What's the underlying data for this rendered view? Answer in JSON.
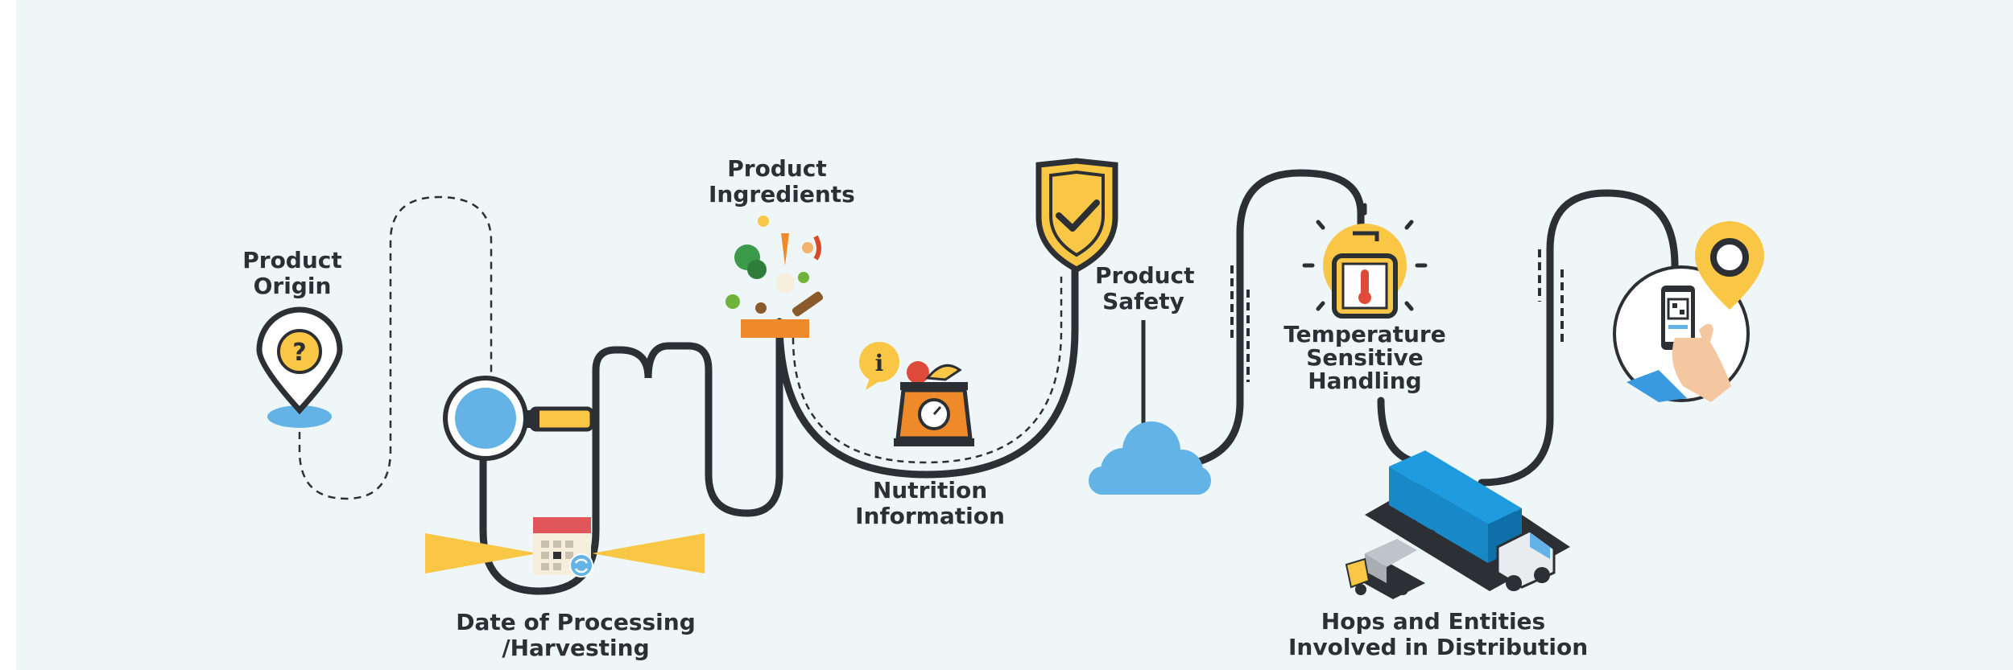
{
  "colors": {
    "background": "#eef6f8",
    "path": "#2c2f33",
    "accent_yellow": "#f9c646",
    "accent_blue": "#63b3e6",
    "accent_orange": "#ee8a2a"
  },
  "labels": {
    "product_origin": {
      "line1": "Product",
      "line2": "Origin"
    },
    "date_processing": {
      "line1": "Date of Processing",
      "line2": "/Harvesting"
    },
    "product_ingredients": {
      "line1": "Product",
      "line2": "Ingredients"
    },
    "nutrition_information": {
      "line1": "Nutrition",
      "line2": "Information"
    },
    "product_safety": {
      "line1": "Product",
      "line2": "Safety"
    },
    "temperature_handling": {
      "line1": "Temperature",
      "line2": "Sensitive",
      "line3": "Handling"
    },
    "hops_entities": {
      "line1": "Hops and Entities",
      "line2": "Involved in Distribution"
    }
  },
  "icons": {
    "origin": "location-question-icon",
    "magnifier": "magnifying-glass-icon",
    "calendar": "calendar-icon",
    "ingredients": "vegetables-bowl-icon",
    "info": "info-bubble-icon",
    "scale": "kitchen-scale-icon",
    "shield": "shield-check-icon",
    "cloud": "cloud-icon",
    "thermometer": "thermometer-tag-icon",
    "trucks": "delivery-trucks-icon",
    "phone": "phone-qr-scan-icon",
    "pin": "location-pin-icon"
  }
}
